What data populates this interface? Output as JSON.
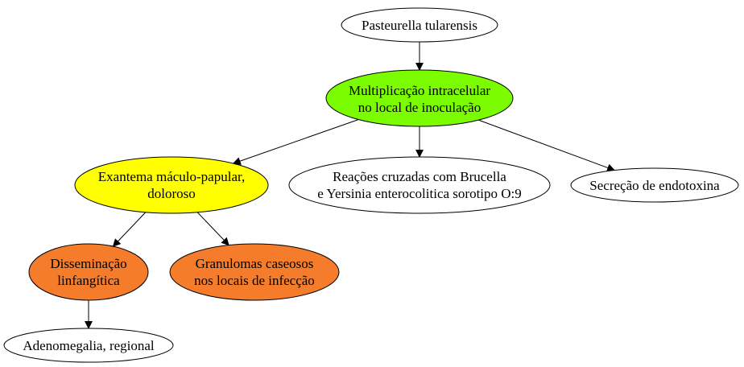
{
  "nodes": {
    "pasteurella": {
      "lines": [
        "Pasteurella tularensis"
      ],
      "fill": "#ffffff"
    },
    "multiplicacao": {
      "lines": [
        "Multiplicação intracelular",
        "no local de inoculação"
      ],
      "fill": "#7cfc00"
    },
    "exantema": {
      "lines": [
        "Exantema máculo-papular,",
        "doloroso"
      ],
      "fill": "#ffff00"
    },
    "reacoes": {
      "lines": [
        "Reações cruzadas com Brucella",
        "e Yersinia enterocolitica sorotipo O:9"
      ],
      "fill": "#ffffff"
    },
    "secrecao": {
      "lines": [
        "Secreção de endotoxina"
      ],
      "fill": "#ffffff"
    },
    "disseminacao": {
      "lines": [
        "Disseminação",
        "linfangítica"
      ],
      "fill": "#f47c2a"
    },
    "granulomas": {
      "lines": [
        "Granulomas caseosos",
        "nos locais de infecção"
      ],
      "fill": "#f47c2a"
    },
    "adenomegalia": {
      "lines": [
        "Adenomegalia, regional"
      ],
      "fill": "#ffffff"
    }
  },
  "edges": [
    {
      "from": "pasteurella",
      "to": "multiplicacao"
    },
    {
      "from": "multiplicacao",
      "to": "exantema"
    },
    {
      "from": "multiplicacao",
      "to": "reacoes"
    },
    {
      "from": "multiplicacao",
      "to": "secrecao"
    },
    {
      "from": "exantema",
      "to": "disseminacao"
    },
    {
      "from": "exantema",
      "to": "granulomas"
    },
    {
      "from": "disseminacao",
      "to": "adenomegalia"
    }
  ]
}
